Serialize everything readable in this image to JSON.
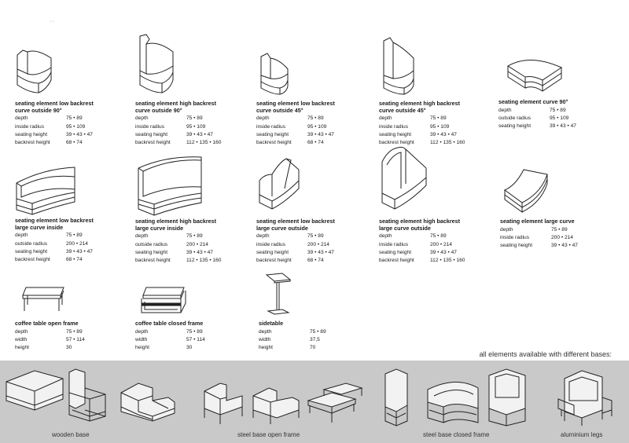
{
  "corner_mark": "' '",
  "elements": [
    {
      "title": "seating element low backrest\ncurve outside 90°",
      "specs": [
        [
          "depth",
          "75 • 89"
        ],
        [
          "inside radius",
          "95 • 109"
        ],
        [
          "seating height",
          "39 • 43 • 47"
        ],
        [
          "backrest height",
          "68 • 74"
        ]
      ],
      "icon": "seat-low-curve-outside-90-icon"
    },
    {
      "title": "seating element high backrest\ncurve outside 90°",
      "specs": [
        [
          "depth",
          "75 • 89"
        ],
        [
          "inside radius",
          "95 • 109"
        ],
        [
          "seating height",
          "39 • 43 • 47"
        ],
        [
          "backrest height",
          "112 • 135 • 160"
        ]
      ],
      "icon": "seat-high-curve-outside-90-icon"
    },
    {
      "title": "seating element low backrest\ncurve outside 45°",
      "specs": [
        [
          "depth",
          "75 • 89"
        ],
        [
          "inside radius",
          "95 • 109"
        ],
        [
          "seating height",
          "39 • 43 • 47"
        ],
        [
          "backrest height",
          "68 • 74"
        ]
      ],
      "icon": "seat-low-curve-outside-45-icon"
    },
    {
      "title": "seating element high backrest\ncurve outside 45°",
      "specs": [
        [
          "depth",
          "75 • 89"
        ],
        [
          "inside radius",
          "95 • 109"
        ],
        [
          "seating height",
          "39 • 43 • 47"
        ],
        [
          "backrest height",
          "112 • 135 • 160"
        ]
      ],
      "icon": "seat-high-curve-outside-45-icon"
    },
    {
      "title": "seating element curve 90°",
      "specs": [
        [
          "depth",
          "75 • 89"
        ],
        [
          "outside radius",
          "95 • 109"
        ],
        [
          "seating height",
          "39 • 43 • 47"
        ]
      ],
      "icon": "seat-curve-90-icon"
    },
    {
      "title": "seating element low backrest\nlarge curve inside",
      "specs": [
        [
          "depth",
          "75 • 89"
        ],
        [
          "outside radius",
          "200 • 214"
        ],
        [
          "seating height",
          "39 • 43 • 47"
        ],
        [
          "backrest height",
          "68 • 74"
        ]
      ],
      "icon": "seat-low-large-curve-inside-icon"
    },
    {
      "title": "seating element high backrest\nlarge curve inside",
      "specs": [
        [
          "depth",
          "75 • 89"
        ],
        [
          "outside radius",
          "200 • 214"
        ],
        [
          "seating height",
          "39 • 43 • 47"
        ],
        [
          "backrest height",
          "112 • 135 • 160"
        ]
      ],
      "icon": "seat-high-large-curve-inside-icon"
    },
    {
      "title": "seating element low backrest\nlarge curve outside",
      "specs": [
        [
          "depth",
          "75 • 89"
        ],
        [
          "inside radius",
          "200 • 214"
        ],
        [
          "seating height",
          "39 • 43 • 47"
        ],
        [
          "backrest height",
          "68 • 74"
        ]
      ],
      "icon": "seat-low-large-curve-outside-icon"
    },
    {
      "title": "seating element high backrest\nlarge curve outside",
      "specs": [
        [
          "depth",
          "75 • 89"
        ],
        [
          "inside radius",
          "200 • 214"
        ],
        [
          "seating height",
          "39 • 43 • 47"
        ],
        [
          "backrest height",
          "112 • 135 • 160"
        ]
      ],
      "icon": "seat-high-large-curve-outside-icon"
    },
    {
      "title": "seating element large curve",
      "specs": [
        [
          "depth",
          "75 • 89"
        ],
        [
          "inside radius",
          "200 • 214"
        ],
        [
          "seating height",
          "39 • 43 • 47"
        ]
      ],
      "icon": "seat-large-curve-icon"
    },
    {
      "title": "coffee table open frame",
      "specs": [
        [
          "depth",
          "75 • 89"
        ],
        [
          "width",
          "57 • 114"
        ],
        [
          "height",
          "30"
        ]
      ],
      "icon": "coffee-table-open-frame-icon"
    },
    {
      "title": "coffee table closed frame",
      "specs": [
        [
          "depth",
          "75 • 89"
        ],
        [
          "width",
          "57 • 114"
        ],
        [
          "height",
          "30"
        ]
      ],
      "icon": "coffee-table-closed-frame-icon"
    },
    {
      "title": "sidetable",
      "specs": [
        [
          "depth",
          "75 • 89"
        ],
        [
          "width",
          "37,5"
        ],
        [
          "height",
          "70"
        ]
      ],
      "icon": "sidetable-icon"
    }
  ],
  "bases": {
    "note": "all elements available with different bases:",
    "groups": [
      {
        "caption": "wooden base",
        "icon": "wooden-base-icon"
      },
      {
        "caption": "steel base open frame",
        "icon": "steel-base-open-frame-icon"
      },
      {
        "caption": "steel base closed frame",
        "icon": "steel-base-closed-frame-icon"
      },
      {
        "caption": "aluminium legs",
        "icon": "aluminium-legs-icon"
      }
    ]
  }
}
